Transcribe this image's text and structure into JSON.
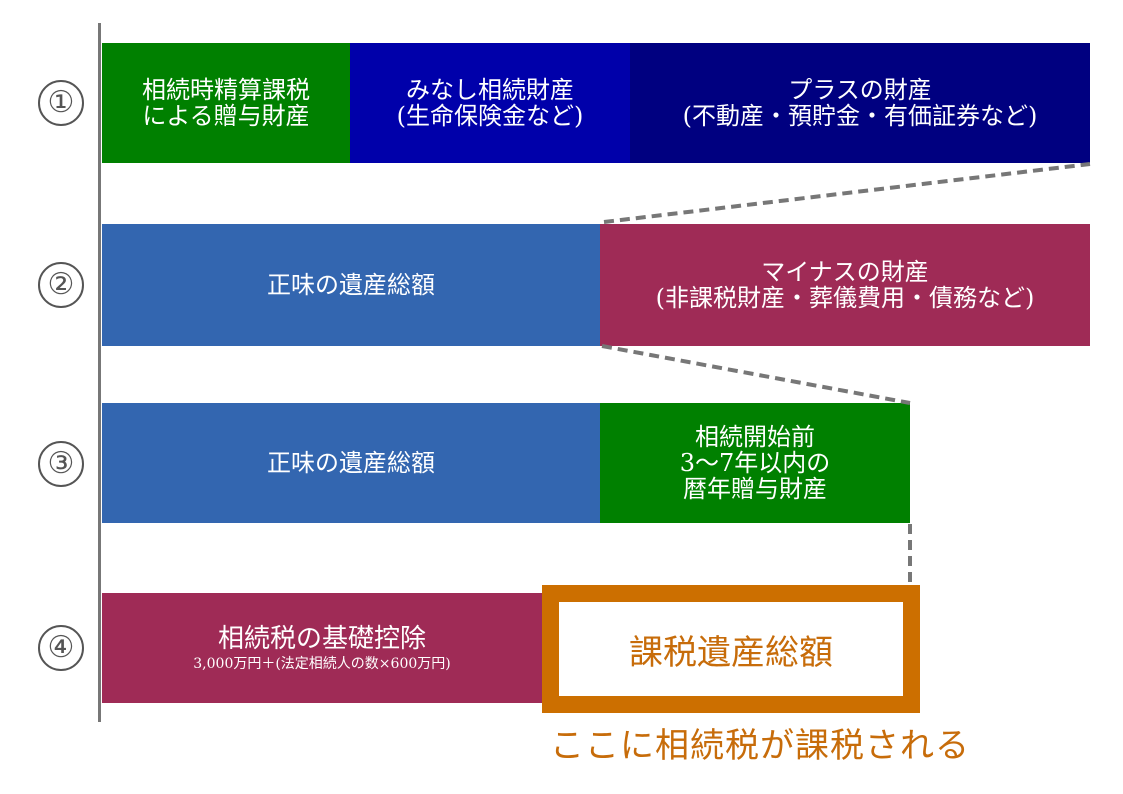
{
  "colors": {
    "green": "#008000",
    "blue_royal": "#0000AA",
    "navy": "#000080",
    "steel_blue": "#3366B0",
    "maroon": "#9F2B56",
    "orange": "#CC6F00",
    "axis": "#777777"
  },
  "rows": [
    {
      "label": "①",
      "segments": [
        {
          "text": "相続時精算課税\nによる贈与財産",
          "color": "#008000"
        },
        {
          "text": "みなし相続財産\n(生命保険金など)",
          "color": "#0000AA"
        },
        {
          "text": "プラスの財産\n(不動産・預貯金・有価証券など)",
          "color": "#000080"
        }
      ]
    },
    {
      "label": "②",
      "segments": [
        {
          "text": "正味の遺産総額",
          "color": "#3366B0"
        },
        {
          "text": "マイナスの財産\n(非課税財産・葬儀費用・債務など)",
          "color": "#9F2B56"
        }
      ]
    },
    {
      "label": "③",
      "segments": [
        {
          "text": "正味の遺産総額",
          "color": "#3366B0"
        },
        {
          "text": "相続開始前\n3～7年以内の\n暦年贈与財産",
          "color": "#008000"
        }
      ]
    },
    {
      "label": "④",
      "segments": [
        {
          "main": "相続税の基礎控除",
          "sub": "3,000万円＋(法定相続人の数×600万円)",
          "color": "#9F2B56"
        },
        {
          "text": "課税遺産総額",
          "color": "#CC6F00"
        }
      ]
    }
  ],
  "caption": "ここに相続税が課税される"
}
